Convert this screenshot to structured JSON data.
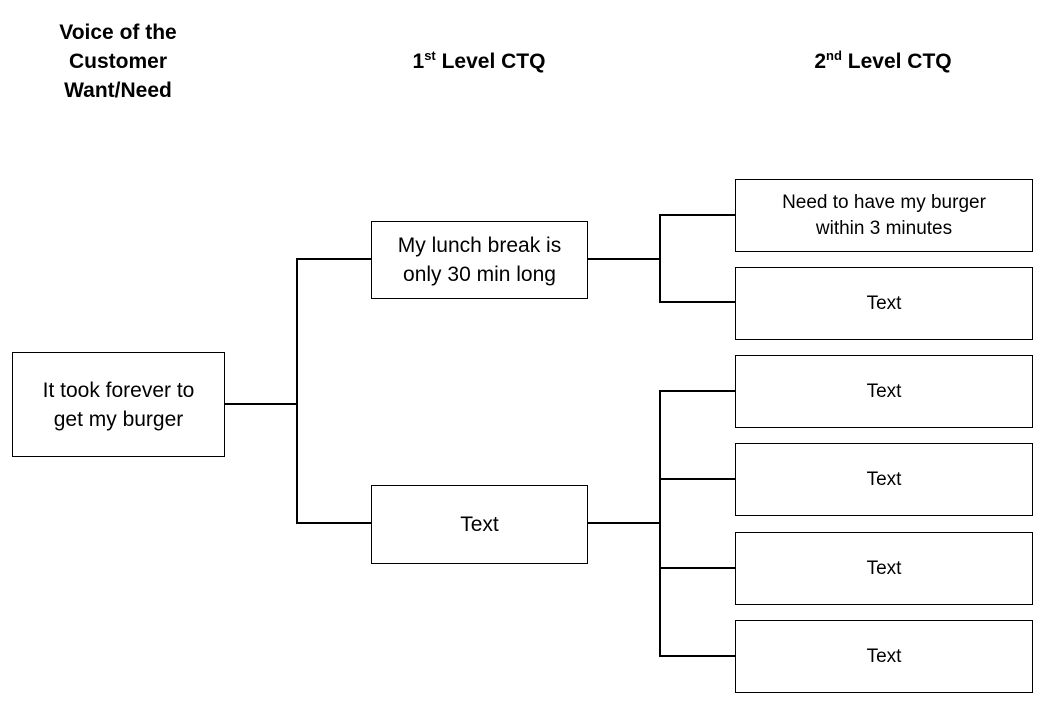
{
  "headers": {
    "voice_of_customer": [
      "Voice of the",
      "Customer",
      "Want/Need"
    ],
    "first_level": {
      "prefix": "1",
      "sup": "st",
      "suffix": " Level CTQ"
    },
    "second_level": {
      "prefix": "2",
      "sup": "nd",
      "suffix": " Level CTQ"
    }
  },
  "root": {
    "lines": [
      "It took forever to",
      "get my burger"
    ]
  },
  "first_level": [
    {
      "lines": [
        "My lunch break is",
        "only 30 min long"
      ]
    },
    {
      "lines": [
        "Text"
      ]
    }
  ],
  "second_level": [
    {
      "lines": [
        "Need to have my burger",
        "within 3 minutes"
      ]
    },
    {
      "lines": [
        "Text"
      ]
    },
    {
      "lines": [
        "Text"
      ]
    },
    {
      "lines": [
        "Text"
      ]
    },
    {
      "lines": [
        "Text"
      ]
    },
    {
      "lines": [
        "Text"
      ]
    }
  ],
  "colors": {
    "line": "#000000",
    "box_border": "#000000",
    "background": "#ffffff"
  }
}
